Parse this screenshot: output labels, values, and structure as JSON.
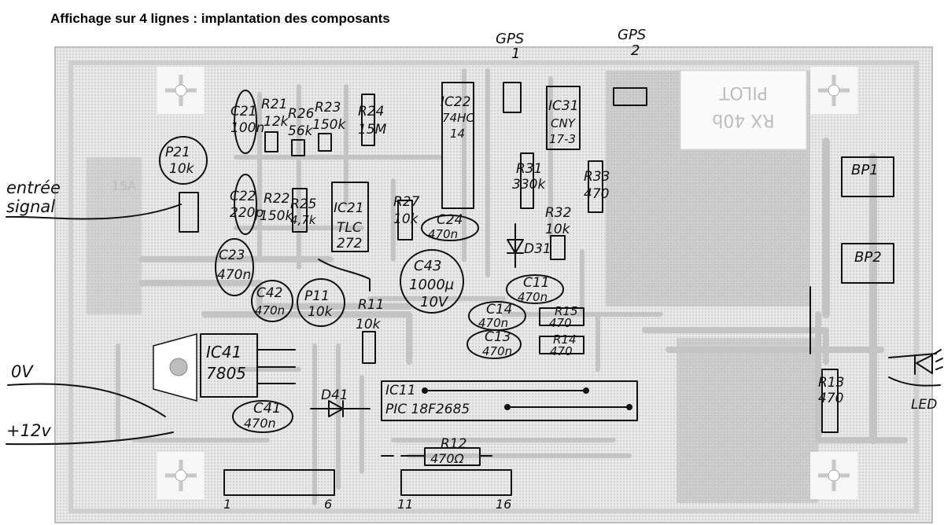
{
  "title": "Affichage sur 4 lignes : implantation des composants",
  "off_board": {
    "entree_line1": "entrée",
    "entree_line2": "signal",
    "zero_v": "0V",
    "plus12v": "+12v",
    "led": "LED"
  },
  "connectors": {
    "gps1_line1": "GPS",
    "gps1_line2": "1",
    "gps2_line1": "GPS",
    "gps2_line2": "2",
    "pin1": "1",
    "pin6": "6",
    "pin11": "11",
    "pin16": "16"
  },
  "silkscreen": {
    "pilot": "PILOT",
    "rx": "RX 40b",
    "bp1": "BP1",
    "bp2": "BP2",
    "pa": "15A"
  },
  "components": {
    "c21_ref": "C21",
    "c21_val": "100n",
    "r21_ref": "R21",
    "r21_val": "12k",
    "r26_ref": "R26",
    "r26_val": "56k",
    "r23_ref": "R23",
    "r23_val": "150k",
    "r24_ref": "R24",
    "r24_val": "15M",
    "ic22_ref": "IC22",
    "ic22_val1": "74HC",
    "ic22_val2": "14",
    "ic31_ref": "IC31",
    "ic31_val1": "CNY",
    "ic31_val2": "17-3",
    "p21_ref": "P21",
    "p21_val": "10k",
    "c22_ref": "C22",
    "c22_val": "220p",
    "r22_ref": "R22",
    "r22_val": "150k",
    "r25_ref": "R25",
    "r25_val": "4,7k",
    "ic21_ref": "IC21",
    "ic21_val1": "TLC",
    "ic21_val2": "272",
    "r27_ref": "R27",
    "r27_val": "10k",
    "c24_ref": "C24",
    "c24_val": "470n",
    "r31_ref": "R31",
    "r31_val": "330k",
    "r33_ref": "R33",
    "r33_val": "470",
    "r32_ref": "R32",
    "r32_val": "10k",
    "d31_ref": "D31",
    "c23_ref": "C23",
    "c23_val": "470n",
    "c43_ref": "C43",
    "c43_val1": "1000µ",
    "c43_val2": "10V",
    "c42_ref": "C42",
    "c42_val": "470n",
    "p11_ref": "P11",
    "p11_val": "10k",
    "r11_ref": "R11",
    "r11_val": "10k",
    "c11_ref": "C11",
    "c11_val": "470n",
    "c14_ref": "C14",
    "c14_val": "470n",
    "r15_ref": "R15",
    "r15_val": "470",
    "c13_ref": "C13",
    "c13_val": "470n",
    "r14_ref": "R14",
    "r14_val": "470",
    "ic41_ref": "IC41",
    "ic41_val": "7805",
    "ic11_ref": "IC11",
    "ic11_val": "PIC 18F2685",
    "c41_ref": "C41",
    "c41_val": "470n",
    "d41_ref": "D41",
    "r12_ref": "R12",
    "r12_val": "470Ω",
    "r13_ref": "R13",
    "r13_val": "470"
  },
  "colors": {
    "board": "#e6e6e6",
    "trace": "#c4c4c4",
    "ink": "#111111",
    "pad": "#ffffff"
  }
}
